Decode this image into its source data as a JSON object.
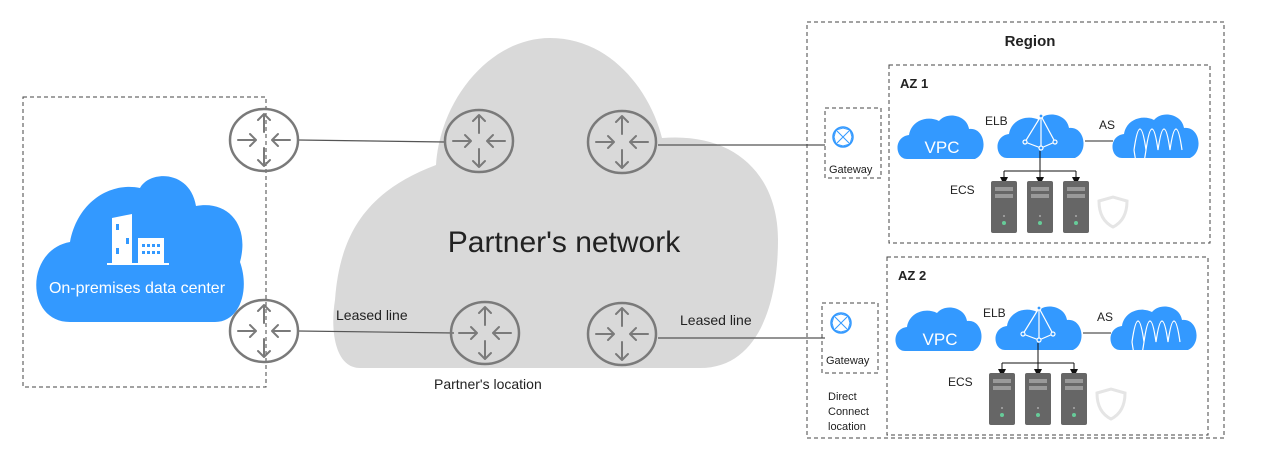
{
  "diagram": {
    "on_premises": {
      "label": "On-premises data center",
      "icon": "building-icon"
    },
    "partner_network": {
      "label": "Partner's network",
      "location_label": "Partner's location",
      "routers": [
        "top-left",
        "top-right",
        "bottom-left",
        "bottom-right"
      ]
    },
    "links": {
      "leased_line_left": "Leased line",
      "leased_line_right": "Leased line"
    },
    "direct_connect_location": "Direct Connect location",
    "region": {
      "title": "Region",
      "gateways": [
        {
          "label": "Gateway"
        },
        {
          "label": "Gateway"
        }
      ],
      "azs": [
        {
          "title": "AZ 1",
          "vpc": "VPC",
          "elb": "ELB",
          "as": "AS",
          "ecs": "ECS",
          "server_count": 3
        },
        {
          "title": "AZ 2",
          "vpc": "VPC",
          "elb": "ELB",
          "as": "AS",
          "ecs": "ECS",
          "server_count": 3
        }
      ]
    },
    "colors": {
      "service_blue": "#3399ff",
      "partner_cloud": "#d9d9d9",
      "router_gray": "#7a7a7a",
      "server_gray": "#666666",
      "server_led": "#66cc99"
    }
  }
}
